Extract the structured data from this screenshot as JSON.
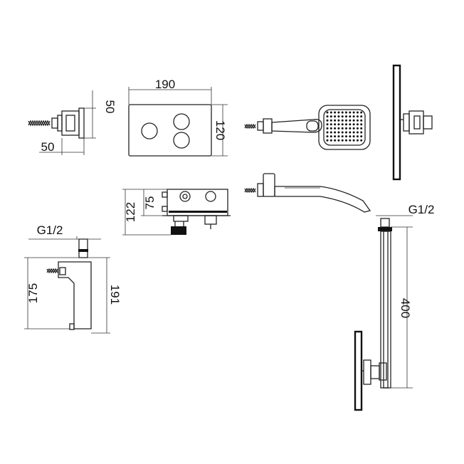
{
  "dimensions": {
    "wall_elbow_height": "50",
    "wall_elbow_width": "50",
    "plate_width": "190",
    "plate_height": "120",
    "box_depth_75": "75",
    "box_depth_122": "122",
    "spout_thread": "G1/2",
    "spout_175": "175",
    "spout_191": "191",
    "arm_thread": "G1/2",
    "arm_length": "400"
  }
}
